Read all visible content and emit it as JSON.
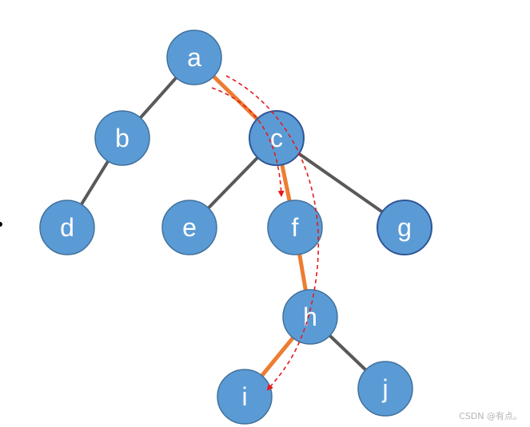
{
  "tree": {
    "nodes": [
      {
        "id": "a",
        "label": "a"
      },
      {
        "id": "b",
        "label": "b"
      },
      {
        "id": "c",
        "label": "c"
      },
      {
        "id": "d",
        "label": "d"
      },
      {
        "id": "e",
        "label": "e"
      },
      {
        "id": "f",
        "label": "f"
      },
      {
        "id": "g",
        "label": "g"
      },
      {
        "id": "h",
        "label": "h"
      },
      {
        "id": "i",
        "label": "i"
      },
      {
        "id": "j",
        "label": "j"
      }
    ],
    "edges": [
      {
        "from": "a",
        "to": "b"
      },
      {
        "from": "a",
        "to": "c"
      },
      {
        "from": "b",
        "to": "d"
      },
      {
        "from": "c",
        "to": "e"
      },
      {
        "from": "c",
        "to": "f"
      },
      {
        "from": "c",
        "to": "g"
      },
      {
        "from": "f",
        "to": "h"
      },
      {
        "from": "h",
        "to": "i"
      },
      {
        "from": "h",
        "to": "j"
      }
    ],
    "highlighted_path": [
      "a",
      "c",
      "f",
      "h",
      "i"
    ],
    "dashed_arrows": [
      {
        "from": "a",
        "to": "f"
      },
      {
        "from": "a",
        "to": "i"
      }
    ]
  },
  "colors": {
    "node_fill": "#5b9bd5",
    "node_stroke": "#41719c",
    "edge": "#595959",
    "highlight": "#ed7d31",
    "arrow": "#e31a1c",
    "label": "#ffffff"
  },
  "watermark": "CSDN @有点。"
}
